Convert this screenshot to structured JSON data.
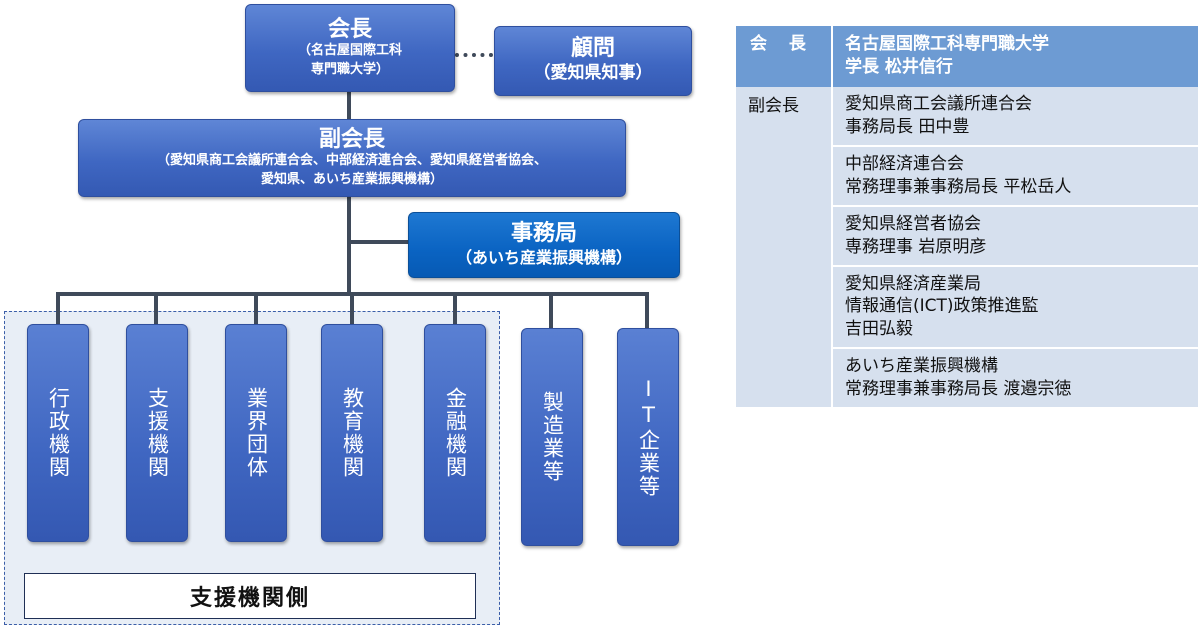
{
  "chart": {
    "chairman": {
      "title": "会長",
      "sub_line1": "（名古屋国際工科",
      "sub_line2": "専門職大学）"
    },
    "advisor": {
      "title": "顧問",
      "sub": "（愛知県知事）"
    },
    "vice_chairman": {
      "title": "副会長",
      "sub_line1": "（愛知県商工会議所連合会、中部経済連合会、愛知県経営者協会、",
      "sub_line2": "愛知県、あいち産業振興機構）"
    },
    "secretariat": {
      "title": "事務局",
      "sub": "（あいち産業振興機構）"
    },
    "members": [
      {
        "label": "行政機関",
        "group": "support"
      },
      {
        "label": "支援機関",
        "group": "support"
      },
      {
        "label": "業界団体",
        "group": "support"
      },
      {
        "label": "教育機関",
        "group": "support"
      },
      {
        "label": "金融機関",
        "group": "support"
      },
      {
        "label": "製造業等",
        "group": "industry"
      },
      {
        "label": "IT企業等",
        "group": "industry"
      }
    ],
    "support_group_label": "支援機関側"
  },
  "officers_table": {
    "header": {
      "role": "会 長",
      "person_line1": "名古屋国際工科専門職大学",
      "person_line2": "学長 松井信行"
    },
    "vice_role": "副会長",
    "vice_chairs": [
      {
        "line1": "愛知県商工会議所連合会",
        "line2": "事務局長 田中豊"
      },
      {
        "line1": "中部経済連合会",
        "line2": "常務理事兼事務局長 平松岳人"
      },
      {
        "line1": "愛知県経営者協会",
        "line2": "専務理事 岩原明彦"
      },
      {
        "line1": "愛知県経済産業局",
        "line2": "情報通信(ICT)政策推進監",
        "line3": "吉田弘毅"
      },
      {
        "line1": "あいち産業振興機構",
        "line2": "常務理事兼事務局長 渡邉宗徳"
      }
    ]
  },
  "colors": {
    "box_blue": "#3f67c2",
    "secretariat_blue": "#0a63c2",
    "table_header": "#6d9bd3",
    "table_body": "#d6e0ee",
    "support_area": "#e8eef6"
  }
}
